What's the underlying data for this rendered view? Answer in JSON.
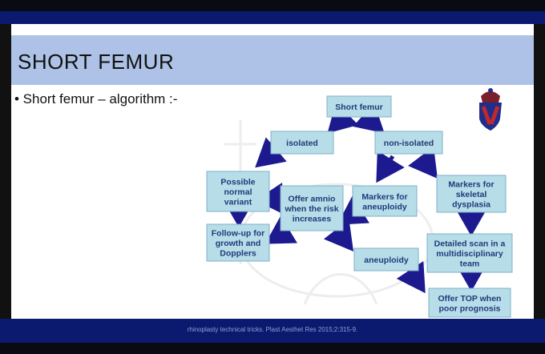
{
  "slide": {
    "title": "SHORT FEMUR",
    "bullet": "• Short femur – algorithm :-",
    "caption": "rhinoplasty technical tricks. Plast Aesthet Res 2015;2:315-9."
  },
  "diagram": {
    "nodes": [
      {
        "id": "short-femur",
        "lines": [
          "Short femur"
        ]
      },
      {
        "id": "isolated",
        "lines": [
          "isolated"
        ]
      },
      {
        "id": "non-isolated",
        "lines": [
          "non-isolated"
        ]
      },
      {
        "id": "possible-normal-variant",
        "lines": [
          "Possible",
          "normal",
          "variant"
        ]
      },
      {
        "id": "offer-amnio",
        "lines": [
          "Offer amnio",
          "when the risk",
          "increases"
        ]
      },
      {
        "id": "markers-aneuploidy",
        "lines": [
          "Markers for",
          "aneuploidy"
        ]
      },
      {
        "id": "markers-skeletal-dysplasia",
        "lines": [
          "Markers for",
          "skeletal",
          "dysplasia"
        ]
      },
      {
        "id": "follow-up",
        "lines": [
          "Follow-up for",
          "growth and",
          "Dopplers"
        ]
      },
      {
        "id": "aneuploidy",
        "lines": [
          "aneuploidy"
        ]
      },
      {
        "id": "detailed-scan",
        "lines": [
          "Detailed scan in a",
          "multidisciplinary",
          "team"
        ]
      },
      {
        "id": "offer-top",
        "lines": [
          "Offer TOP when",
          "poor prognosis"
        ]
      }
    ],
    "colors": {
      "box": "#b7dde8",
      "border": "#7fb0c8",
      "text": "#1f3a7a",
      "arrow": "#1d1a8f"
    }
  }
}
